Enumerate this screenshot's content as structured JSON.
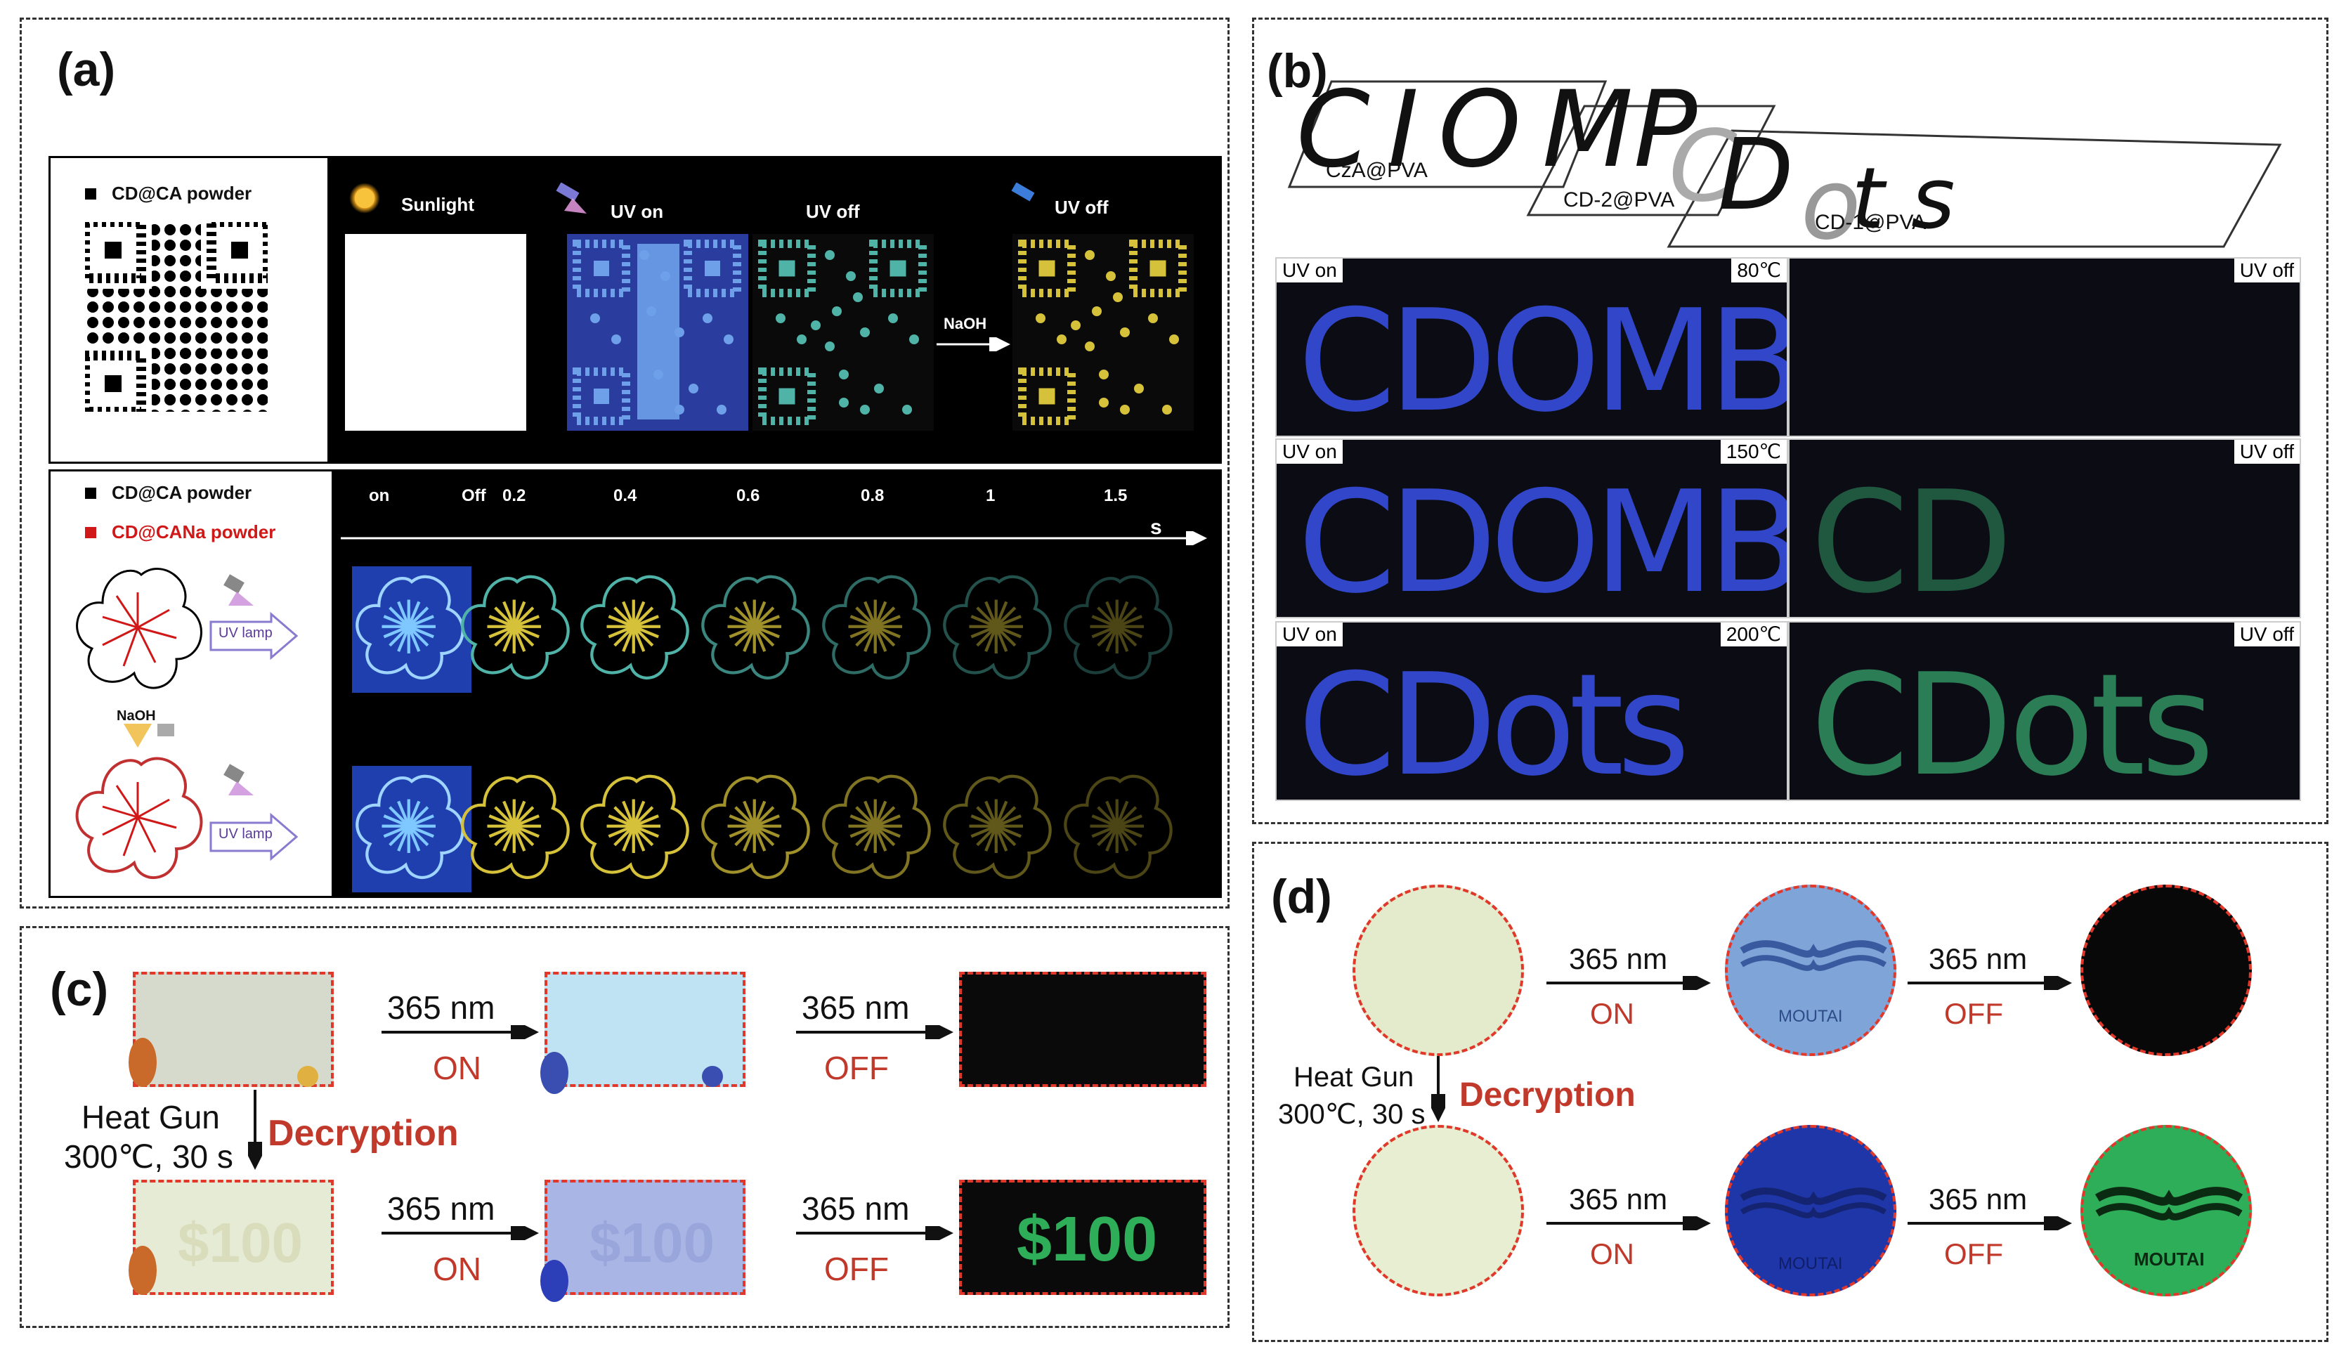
{
  "panel_a": {
    "label": "(a)",
    "top": {
      "legend": "CD@CA powder",
      "steps": [
        {
          "label": "Sunlight",
          "icon": "sun-icon"
        },
        {
          "label": "UV on",
          "icon": "uv-lamp-icon"
        },
        {
          "label": "UV off",
          "icon": ""
        },
        {
          "label": "UV off",
          "icon": "uv-lamp-icon"
        }
      ],
      "reagent": "NaOH"
    },
    "bottom": {
      "legend1": "CD@CA powder",
      "legend2": "CD@CANa powder",
      "uv_lamp": "UV lamp",
      "reagent": "NaOH",
      "times": [
        "on",
        "Off",
        "0.2",
        "0.4",
        "0.6",
        "0.8",
        "1",
        "1.5"
      ],
      "unit": "s"
    }
  },
  "panel_b": {
    "label": "(b)",
    "letters": [
      "C",
      "I",
      "O",
      "M",
      "P",
      "C",
      "D",
      "o",
      "t",
      "s"
    ],
    "materials": [
      "CzA@PVA",
      "CD-2@PVA",
      "CD-1@PVA"
    ],
    "rows": [
      {
        "left": "UV on",
        "temp": "80℃",
        "right": "UV off",
        "uv_on_text": "CDOMB",
        "uv_off_text": ""
      },
      {
        "left": "UV on",
        "temp": "150℃",
        "right": "UV off",
        "uv_on_text": "CDOMB",
        "uv_off_text": "CD"
      },
      {
        "left": "UV on",
        "temp": "200℃",
        "right": "UV off",
        "uv_on_text": "CDots",
        "uv_off_text": "CDots"
      }
    ]
  },
  "panel_c": {
    "label": "(c)",
    "wavelength": "365 nm",
    "on": "ON",
    "off": "OFF",
    "heat_line1": "Heat Gun",
    "heat_line2": "300℃, 30 s",
    "decryption": "Decryption",
    "hidden_value": "$100"
  },
  "panel_d": {
    "label": "(d)",
    "wavelength": "365 nm",
    "on": "ON",
    "off": "OFF",
    "heat_line1": "Heat Gun",
    "heat_line2": "300℃, 30 s",
    "decryption": "Decryption",
    "brand": "MOUTAI"
  },
  "colors": {
    "red_label": "#c0392b",
    "uv_blue": "#2c3fb8",
    "green_glow": "#2fae5a",
    "teal_glow": "#4fb3a8",
    "yellow_glow": "#d6c23a"
  }
}
